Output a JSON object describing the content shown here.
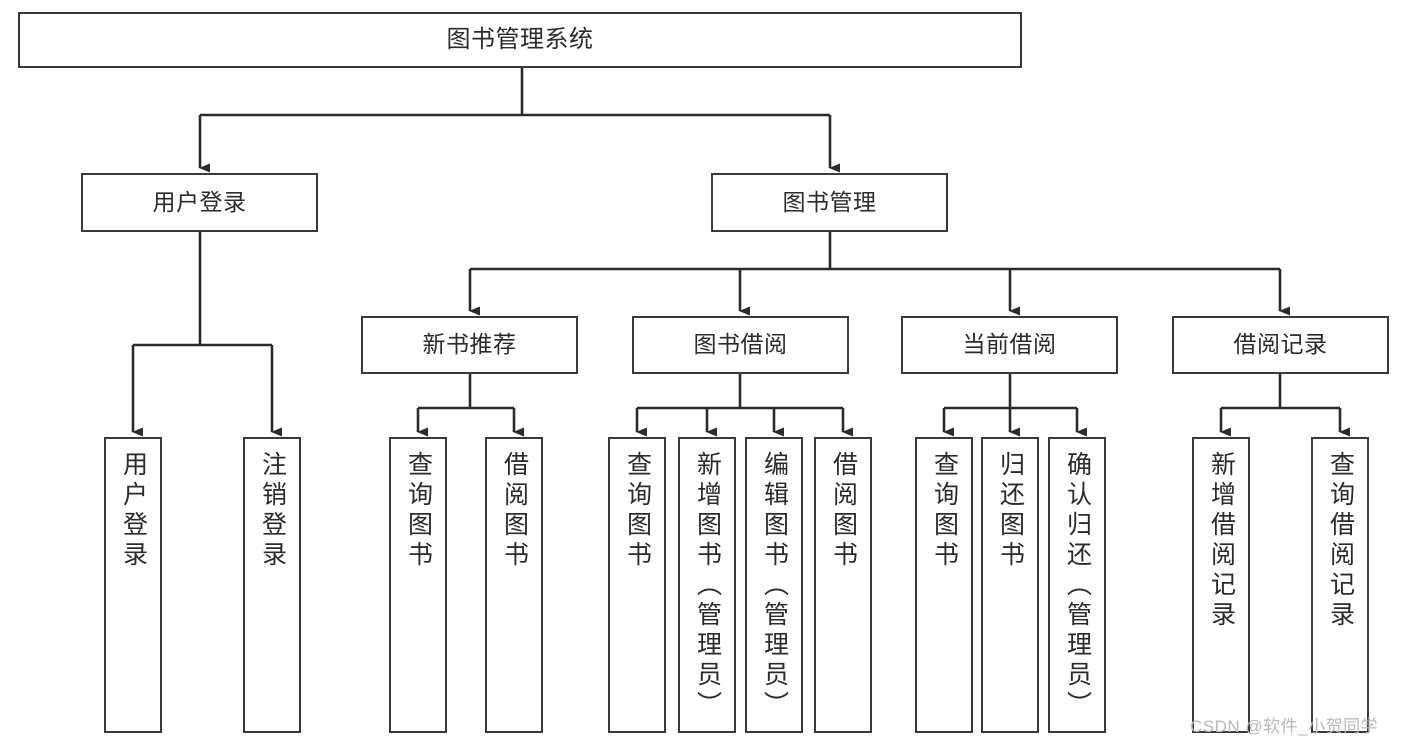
{
  "diagram": {
    "type": "hierarchy-tree",
    "title": "图书管理系统",
    "watermark": "CSDN @软件_小贺同学",
    "colors": {
      "box_border": "#3a3a3a",
      "box_fill": "#ffffff",
      "edge": "#2b2b2b",
      "text": "#2b2b2b",
      "watermark": "#b9b9b9",
      "background": "#ffffff"
    },
    "levels": 4,
    "nodes": {
      "root": {
        "label": "图书管理系统"
      },
      "tier2": [
        {
          "id": "user-login",
          "label": "用户登录"
        },
        {
          "id": "book-management",
          "label": "图书管理"
        }
      ],
      "tier3": [
        {
          "id": "new-book-recommend",
          "label": "新书推荐"
        },
        {
          "id": "book-borrow",
          "label": "图书借阅"
        },
        {
          "id": "current-borrow",
          "label": "当前借阅"
        },
        {
          "id": "borrow-record",
          "label": "借阅记录"
        }
      ],
      "leaves": {
        "user-login": [
          {
            "id": "leaf-user-login",
            "label": "用户登录"
          },
          {
            "id": "leaf-logout-login",
            "label": "注销登录"
          }
        ],
        "new-book-recommend": [
          {
            "id": "leaf-query-book-1",
            "label": "查询图书"
          },
          {
            "id": "leaf-borrow-book-1",
            "label": "借阅图书"
          }
        ],
        "book-borrow": [
          {
            "id": "leaf-query-book-2",
            "label": "查询图书"
          },
          {
            "id": "leaf-add-book-admin",
            "label": "新增图书（管理员）"
          },
          {
            "id": "leaf-edit-book-admin",
            "label": "编辑图书（管理员）"
          },
          {
            "id": "leaf-borrow-book-2",
            "label": "借阅图书"
          }
        ],
        "current-borrow": [
          {
            "id": "leaf-query-book-3",
            "label": "查询图书"
          },
          {
            "id": "leaf-return-book",
            "label": "归还图书"
          },
          {
            "id": "leaf-confirm-return-admin",
            "label": "确认归还（管理员）"
          }
        ],
        "borrow-record": [
          {
            "id": "leaf-add-borrow-record",
            "label": "新增借阅记录"
          },
          {
            "id": "leaf-query-borrow-record",
            "label": "查询借阅记录"
          }
        ]
      }
    }
  }
}
